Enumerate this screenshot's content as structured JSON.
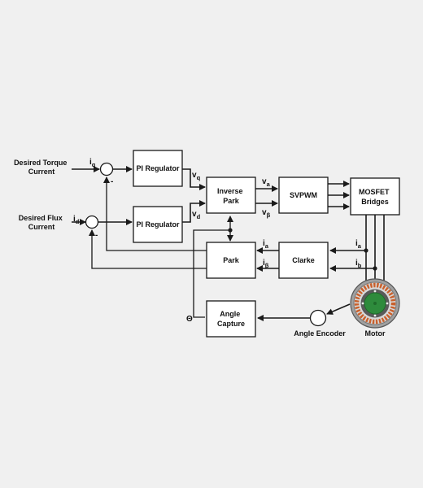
{
  "inputs": {
    "torque_line1": "Desired Torque",
    "torque_line2": "Current",
    "flux_line1": "Desired Flux",
    "flux_line2": "Current"
  },
  "blocks": {
    "pi_q": "PI Regulator",
    "pi_d": "PI Regulator",
    "inverse_park_line1": "Inverse",
    "inverse_park_line2": "Park",
    "svpwm": "SVPWM",
    "mosfet_line1": "MOSFET",
    "mosfet_line2": "Bridges",
    "park": "Park",
    "clarke": "Clarke",
    "angle_capture_line1": "Angle",
    "angle_capture_line2": "Capture"
  },
  "signals": {
    "iq": {
      "main": "i",
      "sub": "q"
    },
    "id": {
      "main": "i",
      "sub": "d"
    },
    "vq": {
      "main": "v",
      "sub": "q"
    },
    "vd": {
      "main": "v",
      "sub": "d"
    },
    "va": {
      "main": "v",
      "sub": "a"
    },
    "vbeta": {
      "main": "v",
      "sub": "β"
    },
    "ialpha": {
      "main": "i",
      "sub": "a"
    },
    "ibeta": {
      "main": "i",
      "sub": "β"
    },
    "ia": {
      "main": "i",
      "sub": "a"
    },
    "ib": {
      "main": "i",
      "sub": "b"
    },
    "theta": "Θ"
  },
  "summing": {
    "minus_q": "-",
    "minus_d": "-"
  },
  "devices": {
    "encoder": "Angle Encoder",
    "motor": "Motor"
  },
  "colors": {
    "background": "#f0f0f0",
    "line": "#1a1a1a",
    "motor_housing": "#9a9a9a",
    "motor_stator": "#c9602c",
    "motor_rotor": "#2e8b3c"
  }
}
